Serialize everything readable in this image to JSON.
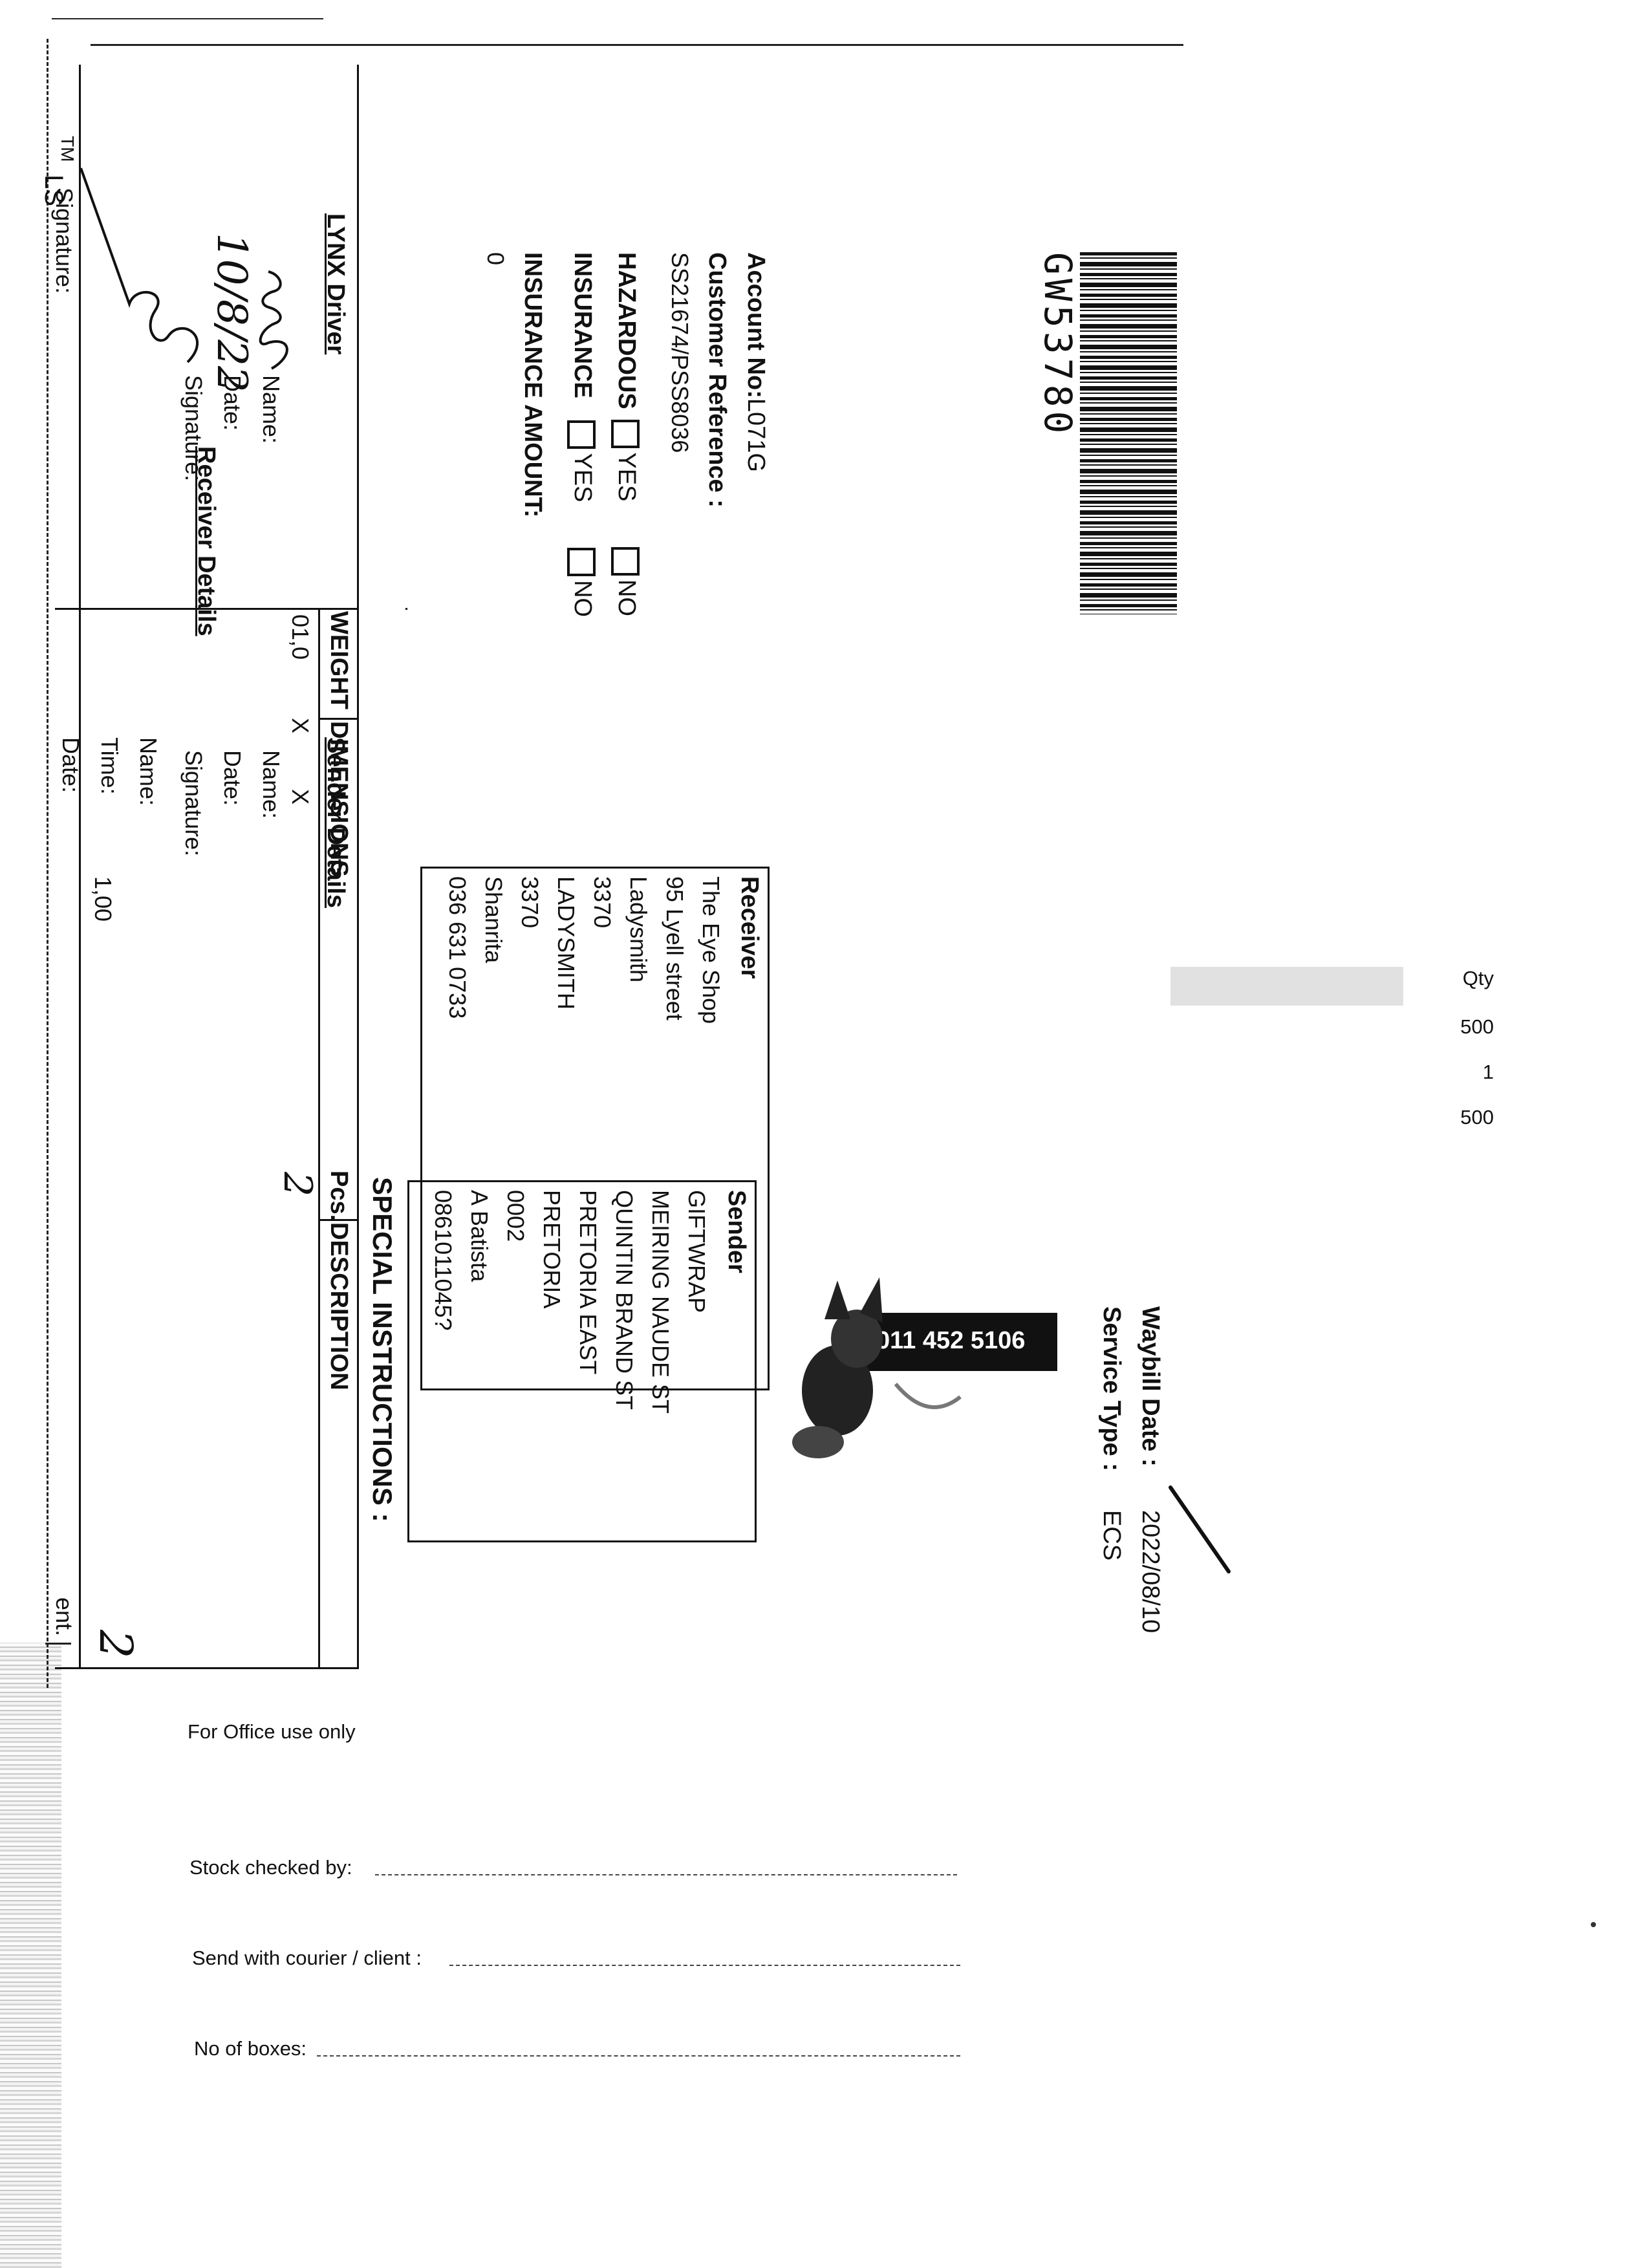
{
  "waybill": {
    "number": "GW53780",
    "date_label": "Waybill Date :",
    "date_value": "2022/08/10",
    "service_label": "Service Type :",
    "service_value": "ECS",
    "promo_phone": "011 452 5106",
    "sender": {
      "heading": "Sender",
      "lines": [
        "GIFTWRAP",
        "MEIRING NAUDE ST",
        "QUINTIN BRAND ST",
        "PRETORIA EAST",
        "PRETORIA",
        "0002",
        "A Batista",
        "0861011045?"
      ]
    },
    "account_label": "Account No:",
    "account_value": "L071G",
    "customer_ref_label": "Customer Reference :",
    "customer_ref_value": "SS21674/PSS8036",
    "hazardous_label": "HAZARDOUS",
    "insurance_label": "INSURANCE",
    "yes_label": "YES",
    "no_label": "NO",
    "insurance_amount_label": "INSURANCE AMOUNT:",
    "insurance_amount_value": "0",
    "receiver": {
      "heading": "Receiver",
      "lines": [
        "The Eye Shop",
        "95 Lyell street",
        "Ladysmith",
        "3370",
        "LADYSMITH",
        "3370",
        "Shanrita",
        "036 631 0733"
      ]
    },
    "special_instructions_label": "SPECIAL INSTRUCTIONS :",
    "table": {
      "col_pcs": "Pcs.",
      "col_description": "DESCRIPTION",
      "col_dimensions": "DIMENSIONS",
      "col_weight": "WEIGHT",
      "row_dim_x1": "X",
      "row_dim_x2": "X",
      "row_weight": "01,0",
      "row_pcs_handwritten": "2",
      "total_weight": "1,00",
      "total_pcs_handwritten": "2"
    },
    "sender_details": {
      "heading": "Sender Details",
      "name_label": "Name:",
      "date_label": "Date:",
      "signature_label": "Signature:"
    },
    "driver": {
      "heading": "LYNX Driver",
      "name_label": "Name:",
      "date_label": "Date:",
      "signature_label": "Signature:",
      "date_handwritten": "10/8/22"
    },
    "receiver_details": {
      "heading": "Receiver Details",
      "name_label": "Name:",
      "time_label": "Time:",
      "date_label": "Date:",
      "signature_label": "Signature:"
    },
    "tm_mark": "TM",
    "edge_fragment_1": "LS",
    "edge_fragment_2": "ent."
  },
  "office": {
    "heading": "For Office use only",
    "stock_checked_label": "Stock checked by:",
    "send_with_label": "Send with courier / client :",
    "boxes_label": "No of boxes:",
    "qty_header": "Qty",
    "qty_values": [
      "500",
      "1",
      "500"
    ]
  }
}
